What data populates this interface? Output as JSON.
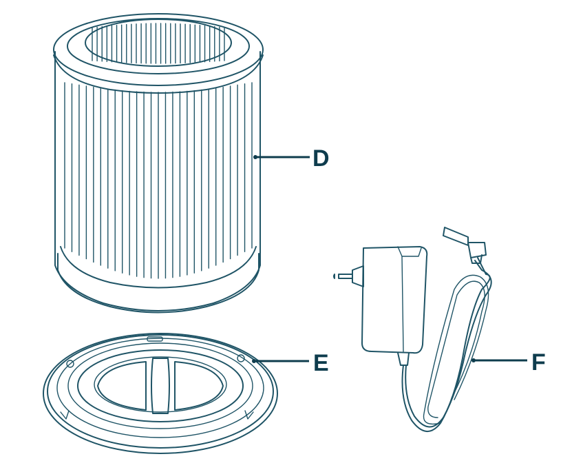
{
  "colors": {
    "ink": "#1f5466",
    "label": "#0e3c4d",
    "background": "#ffffff"
  },
  "parts": [
    {
      "id": "D",
      "label": "D",
      "icon": "cylindrical-filter-icon"
    },
    {
      "id": "E",
      "label": "E",
      "icon": "filter-base-tray-icon"
    },
    {
      "id": "F",
      "label": "F",
      "icon": "power-adapter-icon"
    }
  ]
}
